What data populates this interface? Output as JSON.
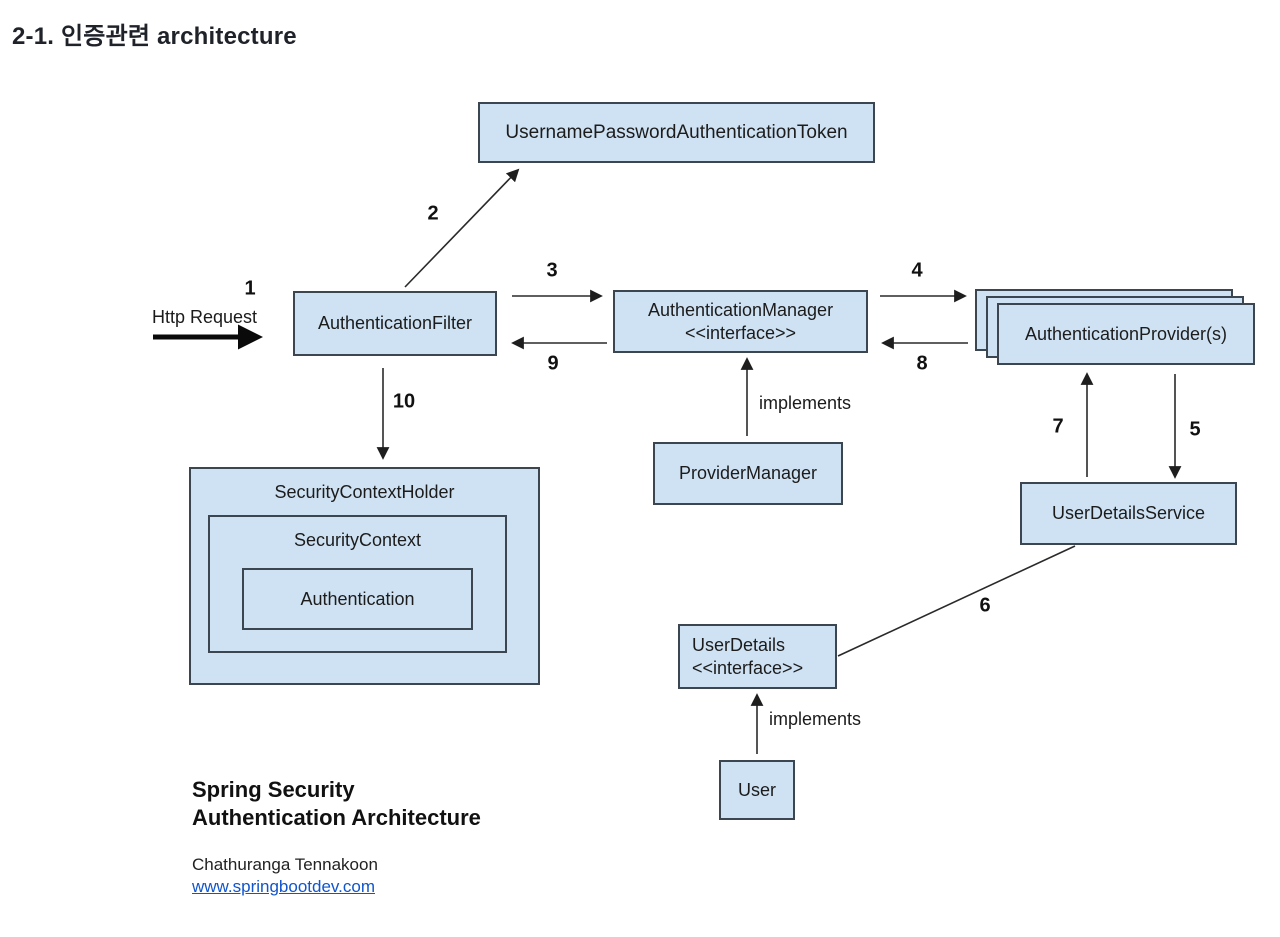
{
  "page": {
    "title": "2-1. 인증관련 architecture"
  },
  "diagram": {
    "boxes": {
      "token": "UsernamePasswordAuthenticationToken",
      "filter": "AuthenticationFilter",
      "manager": {
        "line1": "AuthenticationManager",
        "line2": "<<interface>>"
      },
      "providers": "AuthenticationProvider(s)",
      "provider_manager": "ProviderManager",
      "security_context_holder": "SecurityContextHolder",
      "security_context": "SecurityContext",
      "authentication": "Authentication",
      "user_details_service": "UserDetailsService",
      "user_details": {
        "line1": "UserDetails",
        "line2": "<<interface>>"
      },
      "user": "User"
    },
    "steps": [
      "1",
      "2",
      "3",
      "4",
      "5",
      "6",
      "7",
      "8",
      "9",
      "10"
    ],
    "labels": {
      "http_request": "Http Request",
      "implements_manager": "implements",
      "implements_user": "implements"
    }
  },
  "footer": {
    "title_line1": "Spring Security",
    "title_line2": "Authentication Architecture",
    "author": "Chathuranga Tennakoon",
    "website": "www.springbootdev.com"
  },
  "colors": {
    "box_fill": "#cfe2f3",
    "box_border": "#3c4650",
    "arrow": "#1e1e1e",
    "link": "#1155cc",
    "heading_text": "#1f2329"
  }
}
